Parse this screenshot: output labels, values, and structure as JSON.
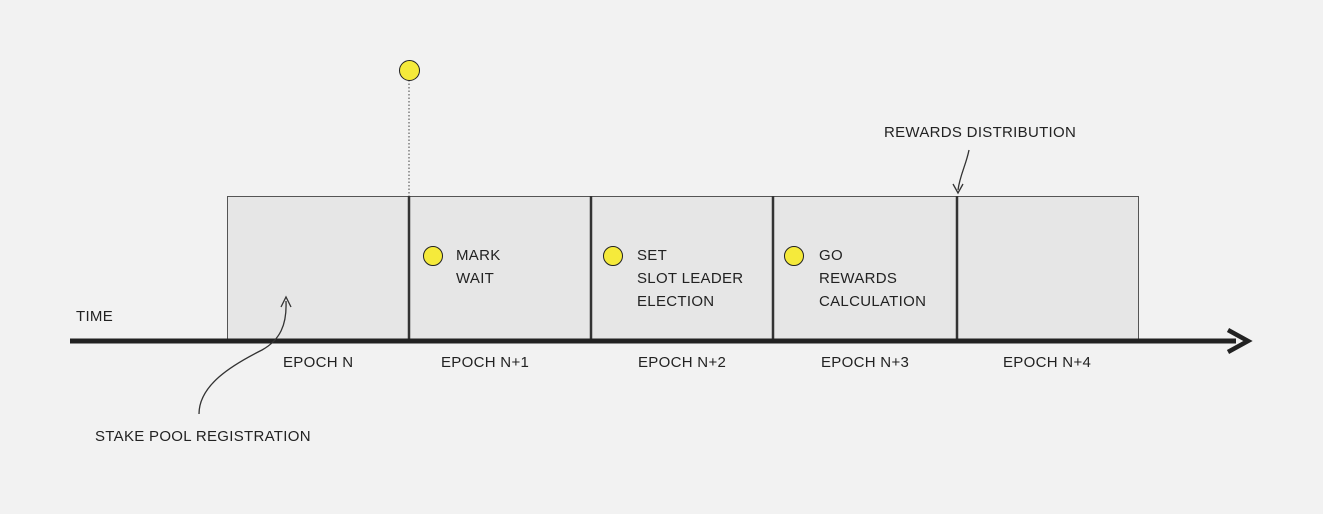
{
  "time_label": "TIME",
  "epochs": [
    {
      "name": "EPOCH N",
      "lines": []
    },
    {
      "name": "EPOCH N+1",
      "lines": [
        "MARK",
        "WAIT"
      ]
    },
    {
      "name": "EPOCH N+2",
      "lines": [
        "SET",
        "SLOT LEADER",
        "ELECTION"
      ]
    },
    {
      "name": "EPOCH N+3",
      "lines": [
        "GO",
        "REWARDS",
        "CALCULATION"
      ]
    },
    {
      "name": "EPOCH N+4",
      "lines": []
    }
  ],
  "annotations": {
    "rewards_distribution": "REWARDS DISTRIBUTION",
    "stake_pool_registration": "STAKE POOL REGISTRATION"
  },
  "colors": {
    "snapshot_dot": "#f5ea3b",
    "epoch_fill": "#e6e6e6",
    "axis": "#222222"
  }
}
